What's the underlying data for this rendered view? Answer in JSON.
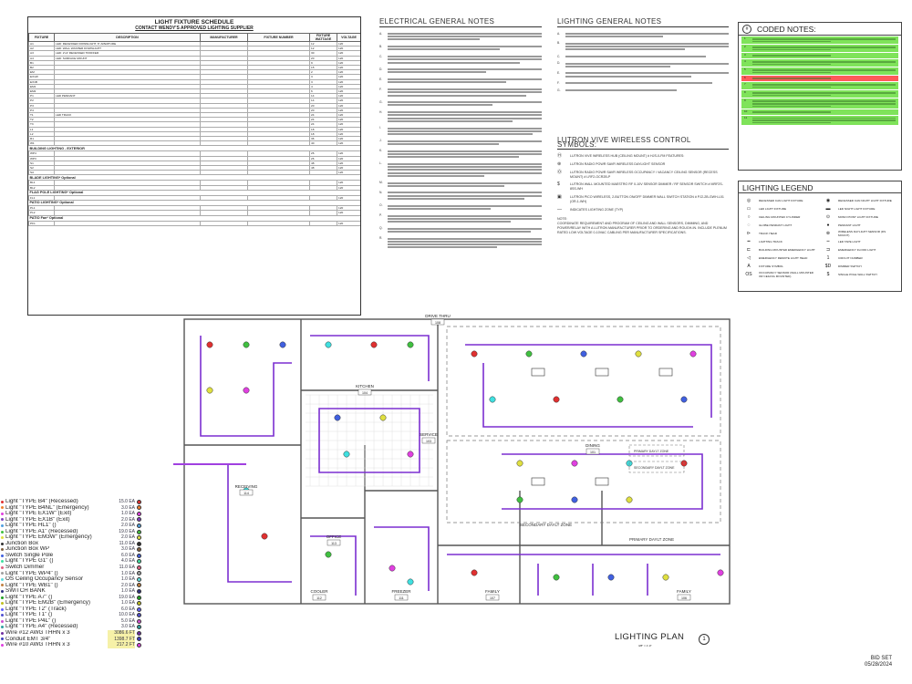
{
  "schedule": {
    "title": "LIGHT FIXTURE SCHEDULE",
    "subtitle": "CONTACT WENDY'S APPROVED LIGHTING SUPPLIER",
    "headers": [
      "FIXTURE",
      "DESCRIPTION",
      "MANUFACTURER",
      "FIXTURE NUMBER",
      "FIXTURE WATTAGE",
      "VOLTAGE"
    ],
    "rows": [
      [
        "A1",
        "LED: RECESSED DOWNLIGHT, 6\" APERTURE",
        "",
        "",
        "12",
        "120"
      ],
      [
        "A2",
        "LED: WALL WASHER DOWNLIGHT",
        "",
        "",
        "12",
        "120"
      ],
      [
        "A3",
        "LED: 2'x2' RECESSED TROFFER",
        "",
        "",
        "30",
        "120"
      ],
      [
        "A4",
        "LED: SURFACE MOUNT",
        "",
        "",
        "20",
        "120"
      ],
      [
        "B1",
        "",
        "",
        "",
        "9",
        "120"
      ],
      [
        "B2",
        "",
        "",
        "",
        "15",
        "120"
      ],
      [
        "EM",
        "",
        "",
        "",
        "2",
        "120"
      ],
      [
        "EX1W",
        "",
        "",
        "",
        "3",
        "120"
      ],
      [
        "EX1B",
        "",
        "",
        "",
        "3",
        "120"
      ],
      [
        "EM1",
        "",
        "",
        "",
        "4",
        "120"
      ],
      [
        "EM2",
        "",
        "",
        "",
        "6",
        "120"
      ],
      [
        "P1",
        "LED PENDANT",
        "",
        "",
        "14",
        "120"
      ],
      [
        "P2",
        "",
        "",
        "",
        "14",
        "120"
      ],
      [
        "P3",
        "",
        "",
        "",
        "20",
        "120"
      ],
      [
        "P4",
        "",
        "",
        "",
        "20",
        "120"
      ],
      [
        "T1",
        "LED TRACK",
        "",
        "",
        "24",
        "120"
      ],
      [
        "T2",
        "",
        "",
        "",
        "24",
        "120"
      ],
      [
        "T3",
        "",
        "",
        "",
        "24",
        "120"
      ],
      [
        "L1",
        "",
        "",
        "",
        "18",
        "120"
      ],
      [
        "L2",
        "",
        "",
        "",
        "18",
        "120"
      ],
      [
        "R1",
        "",
        "",
        "",
        "36",
        "120"
      ],
      [
        "W1",
        "",
        "",
        "",
        "40",
        "120"
      ]
    ],
    "sections": [
      {
        "label": "BUILDING LIGHTING - EXTERIOR",
        "rows": [
          [
            "WP4",
            "",
            "",
            "",
            "26",
            "120"
          ],
          [
            "WP3",
            "",
            "",
            "",
            "26",
            "120"
          ],
          [
            "S1",
            "",
            "",
            "",
            "48",
            "120"
          ],
          [
            "S2",
            "",
            "",
            "",
            "48",
            "120"
          ],
          [
            "SA",
            "",
            "",
            "",
            "",
            "120"
          ]
        ]
      },
      {
        "label": "BLADE LIGHTING* Optional",
        "rows": [
          [
            "BL1",
            "",
            "",
            "",
            "",
            "120"
          ],
          [
            "BL2",
            "",
            "",
            "",
            "",
            "120"
          ]
        ]
      },
      {
        "label": "FLAG POLE LIGHTING* Optional",
        "rows": [
          [
            "FL1",
            "",
            "",
            "",
            "",
            "120"
          ]
        ]
      },
      {
        "label": "PATIO LIGHTING* Optional",
        "rows": [
          [
            "PL1",
            "",
            "",
            "",
            "",
            "120"
          ],
          [
            "PL2",
            "",
            "",
            "",
            "",
            "120"
          ]
        ]
      },
      {
        "label": "PATIO Fan* Optional",
        "rows": [
          [
            "PF1",
            "",
            "",
            "",
            "",
            "120"
          ]
        ]
      }
    ]
  },
  "electrical_notes": {
    "title": "ELECTRICAL GENERAL NOTES",
    "items": [
      "A.",
      "B.",
      "C.",
      "D.",
      "E.",
      "F.",
      "G.",
      "H.",
      "I.",
      "J.",
      "K.",
      "L.",
      "M.",
      "N.",
      "O.",
      "P.",
      "Q.",
      "R."
    ]
  },
  "lighting_notes": {
    "title": "LIGHTING GENERAL NOTES",
    "items": [
      "A.",
      "B.",
      "C.",
      "D.",
      "E.",
      "F.",
      "G."
    ]
  },
  "lutron": {
    "title": "LUTRON VIVE WIRELESS CONTROL SYMBOLS:",
    "items": [
      "LUTRON VIVE WIRELESS HUB (CEILING MOUNT) # HJS-0-FM FEATURES:",
      "LUTRON RADIO POWR SAVR WIRELESS DAYLIGHT SENSOR",
      "LUTRON RADIO POWR SAVR WIRELESS OCCUPANCY / VACANCY CEILING SENSOR (RECESS MOUNT) # LRF2-OCR2B-P",
      "LUTRON WALL MOUNTED MAESTRO RF 0-10V SENSOR DIMMER / RF SENSOR SWITCH # MRF2S-8SS-WH",
      "LUTRON PICO WIRELESS, 2-BUTTON ON/OFF DIMMER WALL SWITCH STATION # PJ2-2B-GWH-L01 (OR-1-WH)",
      "INDICATES LIGHTING ZONE (TYP)"
    ],
    "note_label": "NOTE:",
    "note": "COORDINATE REQUIREMENT AND PROGRAM OF CEILING AND WALL SENSORS, DIMMING, AND POWER/RELAY WITH A LUTRON MANUFACTURER PRIOR TO ORDERING AND ROUGH-IN. INCLUDE PLENUM RATED LOW VOLTAGE 0-10VAC CABLING PER MANUFACTURER SPECIFICATIONS."
  },
  "coded_notes": {
    "title": "CODED NOTES:",
    "items": [
      "1",
      "2",
      "3",
      "4",
      "5",
      "6",
      "7",
      "8",
      "9",
      "10",
      "11"
    ]
  },
  "legend": {
    "title": "LIGHTING LEGEND",
    "items": [
      {
        "label": "RECESSED CAN LIGHT FIXTURE",
        "sym": "◎"
      },
      {
        "label": "RECESSED CAN NIGHT LIGHT FIXTURE",
        "sym": "◉"
      },
      {
        "label": "LED LIGHT FIXTURE",
        "sym": "▭"
      },
      {
        "label": "LED NIGHT LIGHT FIXTURE",
        "sym": "▬"
      },
      {
        "label": "CEILING MOUNTED CYLINDER",
        "sym": "○"
      },
      {
        "label": "MONO POINT LIGHT FIXTURE",
        "sym": "⊙"
      },
      {
        "label": "GLOBE PENDANT LIGHT",
        "sym": "◌"
      },
      {
        "label": "PENDANT LIGHT",
        "sym": "●"
      },
      {
        "label": "TRACK HEAD",
        "sym": "⊳"
      },
      {
        "label": "WIRELESS DAYLIGHT SENSOR (DS MOUNT)",
        "sym": "⊛"
      },
      {
        "label": "LIGHTING TRACK",
        "sym": "━"
      },
      {
        "label": "LED TAPE LIGHT",
        "sym": "┅"
      },
      {
        "label": "BUILDING MOUNTED EMERGENCY LIGHT",
        "sym": "⊏"
      },
      {
        "label": "EMERGENCY FLOOD LIGHT",
        "sym": "⊐"
      },
      {
        "label": "EMERGENCY REMOTE LIGHT HEAD",
        "sym": "◁"
      },
      {
        "label": "CIRCUIT NUMBER",
        "sym": "1"
      },
      {
        "label": "FIXTURE SYMBOL",
        "sym": "A"
      },
      {
        "label": "DIMMER SWITCH",
        "sym": "$D"
      },
      {
        "label": "OCCUPANCY SENSOR (WALL MOUNTED OR CEILING MOUNTED)",
        "sym": "OS"
      },
      {
        "label": "SINGLE POLE WALL SWITCH",
        "sym": "$"
      }
    ]
  },
  "plan": {
    "title": "LIGHTING PLAN",
    "number": "1",
    "scale": "3/8\" = 1'-0\"",
    "rooms": [
      {
        "label": "DRIVE THRU",
        "num": "108"
      },
      {
        "label": "KITCHEN",
        "num": "104"
      },
      {
        "label": "SERVICE",
        "num": "103"
      },
      {
        "label": "RECEIVING",
        "num": "114"
      },
      {
        "label": "OFFICE",
        "num": "113"
      },
      {
        "label": "DINING",
        "num": "101"
      },
      {
        "label": "COOLER",
        "num": "112"
      },
      {
        "label": "FREEZER",
        "num": "111"
      },
      {
        "label": "FAMILY",
        "num": "107"
      },
      {
        "label": "FAMILY",
        "num": "106"
      }
    ],
    "zones": [
      "SECONDARY DAYLT ZONE",
      "PRIMARY DAYLT ZONE"
    ],
    "zone_key": [
      "PRIMARY DAYLT ZONE",
      "SECONDARY DAYLT ZONE"
    ]
  },
  "takeoff": [
    {
      "label": "Light \"TYPE B4\" (Recessed)",
      "count": "15.0 EA",
      "color": "#e03030"
    },
    {
      "label": "Light \"TYPE B4NL\" (Emergency)",
      "count": "3.0 EA",
      "color": "#f08030"
    },
    {
      "label": "Light \"TYPE EX1W\" (Exit)",
      "count": "1.0 EA",
      "color": "#e040e0"
    },
    {
      "label": "Light \"TYPE EX1B\" (Exit)",
      "count": "2.0 EA",
      "color": "#8040c0"
    },
    {
      "label": "Light \"TYPE HL1\" ()",
      "count": "2.0 EA",
      "color": "#50a0e0"
    },
    {
      "label": "Light \"TYPE A1\" (Recessed)",
      "count": "19.0 EA",
      "color": "#40c040"
    },
    {
      "label": "Light \"TYPE EM3W\" (Emergency)",
      "count": "2.0 EA",
      "color": "#e0e040"
    },
    {
      "label": "Junction Box",
      "count": "11.0 EA",
      "color": "#303030"
    },
    {
      "label": "Junction Box WP",
      "count": "3.0 EA",
      "color": "#806040"
    },
    {
      "label": "Switch Single Pole",
      "count": "6.0 EA",
      "color": "#4060e0"
    },
    {
      "label": "Light \"TYPE G1\" ()",
      "count": "4.0 EA",
      "color": "#40e0a0"
    },
    {
      "label": "Switch Dimmer",
      "count": "11.0 EA",
      "color": "#e06080"
    },
    {
      "label": "Light \"TYPE WP4\" ()",
      "count": "1.0 EA",
      "color": "#a0a0a0"
    },
    {
      "label": "OS Ceiling Occupancy Sensor",
      "count": "1.0 EA",
      "color": "#60e0e0"
    },
    {
      "label": "Light \"TYPE WB1\" ()",
      "count": "2.0 EA",
      "color": "#c08040"
    },
    {
      "label": "SWITCH BANK",
      "count": "1.0 EA",
      "color": "#303080"
    },
    {
      "label": "Light \"TYPE A7\" ()",
      "count": "19.0 EA",
      "color": "#20a020"
    },
    {
      "label": "Light \"TYPE EM2B\" (Emergency)",
      "count": "1.0 EA",
      "color": "#c0c020"
    },
    {
      "label": "Light \"TYPE T2\" (Track)",
      "count": "6.0 EA",
      "color": "#6060ff"
    },
    {
      "label": "Light \"TYPE T1\" ()",
      "count": "10.0 EA",
      "color": "#5050d0"
    },
    {
      "label": "Light \"TYPE P4L\" ()",
      "count": "5.0 EA",
      "color": "#d050d0"
    },
    {
      "label": "Light \"TYPE A4\" (Recessed)",
      "count": "3.0 EA",
      "color": "#30a0a0"
    },
    {
      "label": "Wire #12 AWG THHN x 3",
      "count": "3086.6 FT",
      "color": "#7030a0",
      "wire": true
    },
    {
      "label": "Conduit EMT 3/4\"",
      "count": "1398.7 FT",
      "color": "#4040c0",
      "wire": true
    },
    {
      "label": "Wire #10 AWG THHN x 3",
      "count": "217.2 FT",
      "color": "#e040e0",
      "wire": true
    }
  ],
  "titleblock": {
    "bid_set": "BID SET",
    "date": "05/28/2024"
  },
  "colors": {
    "wire_purple": "#7b2fd0",
    "zone_green": "#7fe35a",
    "grid_gray": "#bbbbbb"
  }
}
